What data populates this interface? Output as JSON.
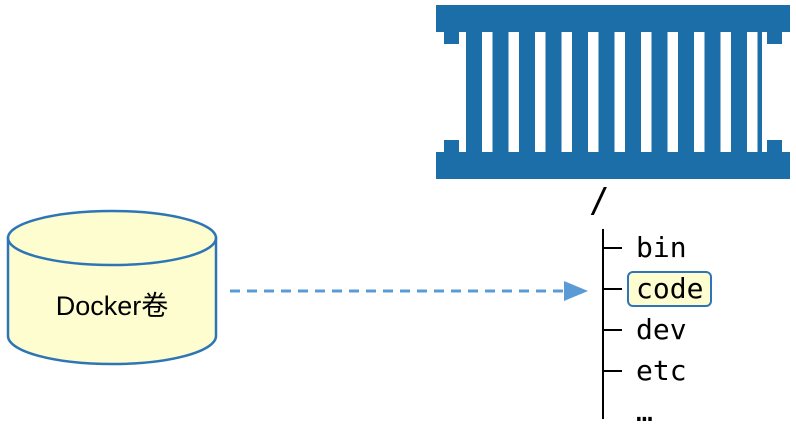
{
  "volume": {
    "label": "Docker卷"
  },
  "tree": {
    "root": "/",
    "items": [
      {
        "label": "bin",
        "highlighted": false,
        "tick": true
      },
      {
        "label": "code",
        "highlighted": true,
        "tick": true
      },
      {
        "label": "dev",
        "highlighted": false,
        "tick": true
      },
      {
        "label": "etc",
        "highlighted": false,
        "tick": true
      },
      {
        "label": "…",
        "highlighted": false,
        "tick": false
      }
    ]
  },
  "icons": {
    "container": "shipping-container-icon",
    "volume": "cylinder-icon",
    "arrow": "dashed-arrow-right-icon"
  },
  "colors": {
    "container_blue": "#1b6ea8",
    "volume_fill": "#fdfdd0",
    "volume_border": "#2e75b6",
    "arrow_blue": "#5b9bd5",
    "highlight_fill": "#fdfdd0",
    "highlight_border": "#2e75b6",
    "line_black": "#000000",
    "text_black": "#000000"
  }
}
